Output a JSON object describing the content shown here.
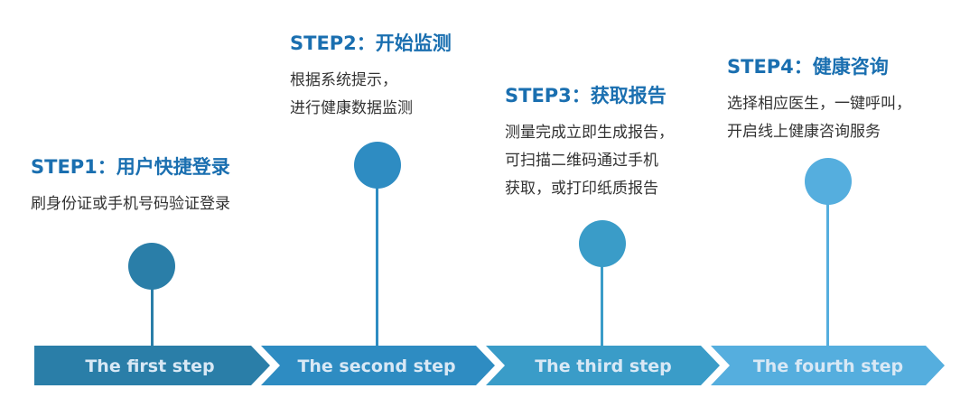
{
  "steps": [
    {
      "title": "STEP1：用户快捷登录",
      "desc": "刷身份证或手机号码验证登录",
      "arrow_label": "The first step",
      "color": "#2a7ea8"
    },
    {
      "title": "STEP2：开始监测",
      "desc": "根据系统提示，\n进行健康数据监测",
      "arrow_label": "The second step",
      "color": "#2e8cc2"
    },
    {
      "title": "STEP3：获取报告",
      "desc": "测量完成立即生成报告，\n可扫描二维码通过手机\n获取，或打印纸质报告",
      "arrow_label": "The third step",
      "color": "#3a9cc8"
    },
    {
      "title": "STEP4：健康咨询",
      "desc": "选择相应医生，一键呼叫，\n开启线上健康咨询服务",
      "arrow_label": "The fourth step",
      "color": "#55aede"
    }
  ]
}
